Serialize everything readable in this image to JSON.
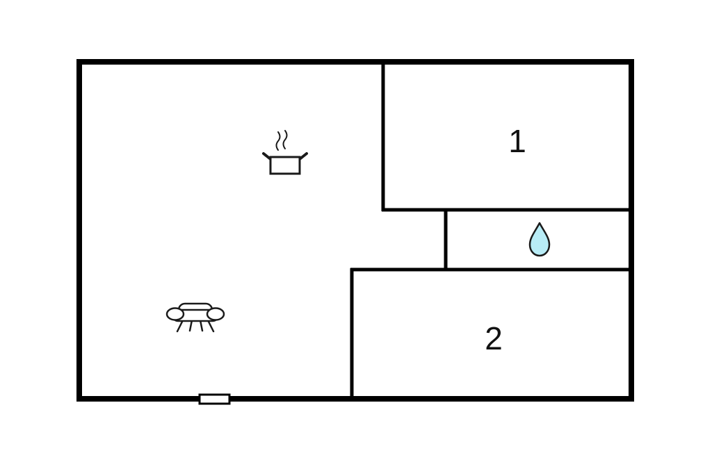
{
  "diagram": {
    "type": "floor-plan",
    "rooms": [
      {
        "id": "room-1",
        "label": "1"
      },
      {
        "id": "room-2",
        "label": "2"
      }
    ],
    "icons": [
      {
        "name": "cooking-pot-icon"
      },
      {
        "name": "steam-icon"
      },
      {
        "name": "sofa-icon"
      },
      {
        "name": "water-drop-icon"
      },
      {
        "name": "window-marker"
      }
    ],
    "colors": {
      "wall": "#000000",
      "icon_stroke": "#1a1a1a",
      "water_drop_fill": "#b8ecf6",
      "background": "#ffffff"
    }
  }
}
